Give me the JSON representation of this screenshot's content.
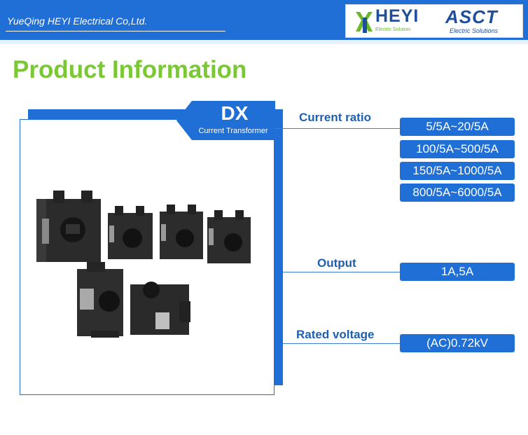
{
  "header": {
    "company": "YueQing HEYI Electrical Co,Ltd.",
    "logo_heyi": "HEYI",
    "logo_heyi_sub": "Electric Solution",
    "logo_asct": "ASCT",
    "logo_asct_sub": "Electric Solutions"
  },
  "title": "Product Information",
  "product": {
    "model": "DX",
    "type": "Current Transformer"
  },
  "specs": {
    "current_ratio_label": "Current ratio",
    "current_ratio_values": [
      "5/5A~20/5A",
      "100/5A~500/5A",
      "150/5A~1000/5A",
      "800/5A~6000/5A"
    ],
    "output_label": "Output",
    "output_value": "1A,5A",
    "voltage_label": "Rated voltage",
    "voltage_value": "(AC)0.72kV"
  },
  "colors": {
    "brand_blue": "#1f6fd6",
    "title_green": "#7ac833"
  }
}
